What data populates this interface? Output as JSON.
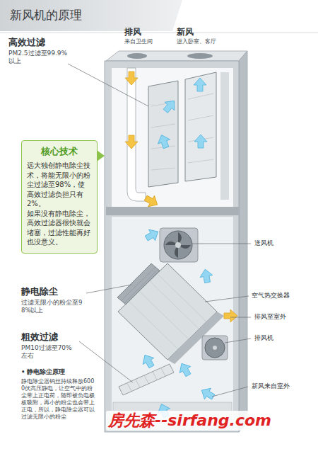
{
  "diagram": {
    "title": "新风机的原理",
    "nodes": [
      {
        "text": [
          "核心技术",
          "远大独创静电除尘技术，将能无限小的粉尘过滤至98%，使高效过滤负担只有2%。",
          "如果没有静电除尘，高效过滤器很快就会堵塞，过滤性能再好也没意义。"
        ]
      }
    ],
    "labels": [
      "高效过滤",
      "PM2.5过滤至99.9%以上",
      "排风",
      "来自卫生间",
      "新风",
      "进入卧室、客厅",
      "静电除尘",
      "过滤无限小的粉尘至98%以上",
      "粗效过滤",
      "PM10过滤至70%左右",
      "• 静电除尘原理",
      "静电除尘器钨丝持续释放6000伏高压静电，让空气中的粉尘带上正电荷，随即被负电极板吸附，再小的粉尘也会带上正电，所以，静电除尘器可以过滤无限小的粉尘",
      "送风机",
      "空气热交换器",
      "排风至室外",
      "排风机",
      "新风来自室外",
      "房先森--sirfang.com"
    ]
  }
}
